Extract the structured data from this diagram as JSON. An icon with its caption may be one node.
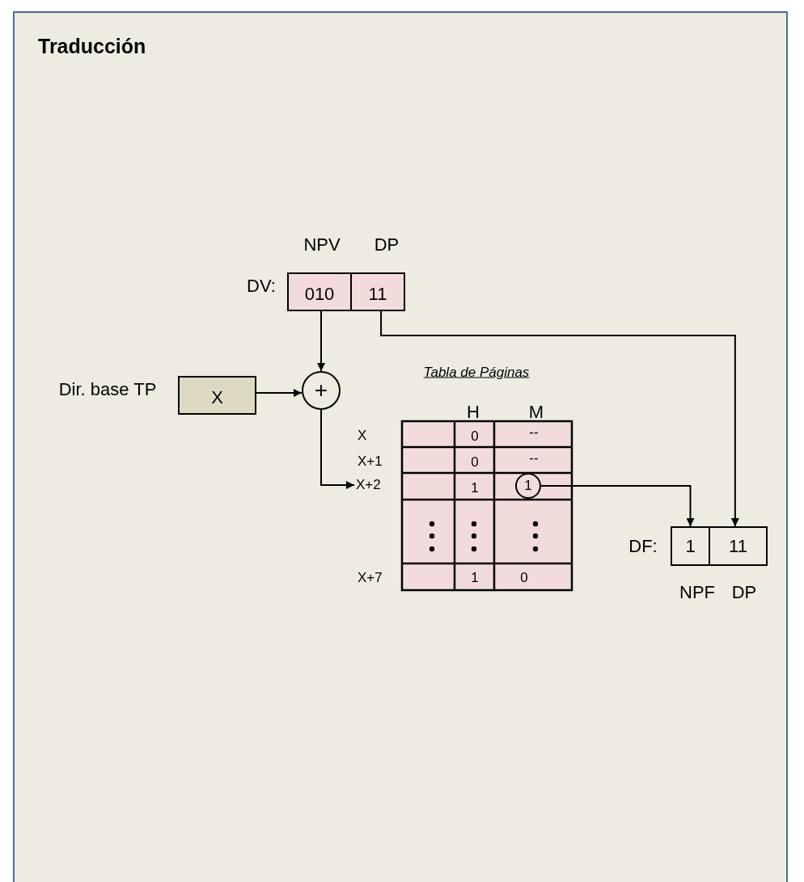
{
  "diagram": {
    "title": "Traducción",
    "nodes": [
      {
        "text": [
          "010"
        ],
        "beside": [
          "NPV",
          "DV:"
        ]
      },
      {
        "text": [
          "11"
        ],
        "beside": [
          "DP"
        ]
      },
      {
        "text": [
          "X"
        ],
        "beside": [
          "Dir. base TP"
        ]
      },
      {
        "text": [
          "+"
        ]
      },
      {
        "text": [
          "X+2"
        ]
      },
      {
        "text": [
          "1"
        ]
      },
      {
        "text": [
          "1"
        ],
        "beside": [
          "DF:",
          "NPF"
        ]
      },
      {
        "text": [
          "11"
        ],
        "beside": [
          "DP"
        ]
      }
    ],
    "edges": [
      {
        "from": 0,
        "to": 3,
        "arrow": "to"
      },
      {
        "from": 2,
        "to": 3,
        "arrow": "to"
      },
      {
        "from": 3,
        "to": 4,
        "arrow": "to"
      },
      {
        "from": 5,
        "to": 6,
        "arrow": "to"
      },
      {
        "from": 1,
        "to": 7,
        "arrow": "to"
      }
    ],
    "labels": [
      "Tabla de Páginas",
      "H",
      "M",
      "X",
      "0",
      "--",
      "X+1",
      "0",
      "--",
      "1",
      "X+7",
      "1",
      "0"
    ]
  }
}
